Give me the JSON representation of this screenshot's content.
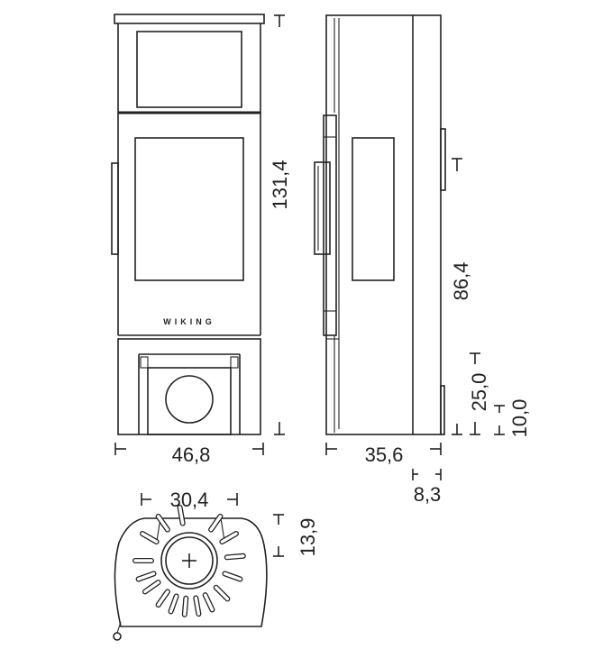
{
  "logo_text": "WIKING",
  "dimensions": {
    "front_width": "46,8",
    "total_height": "131,4",
    "side_depth": "35,6",
    "outlet_height": "86,4",
    "air_inlet_height": "25,0",
    "bottom_inlet_height": "10,0",
    "bottom_offset": "8,3",
    "top_outlet_diameter": "30,4",
    "top_outlet_offset": "13,9"
  }
}
